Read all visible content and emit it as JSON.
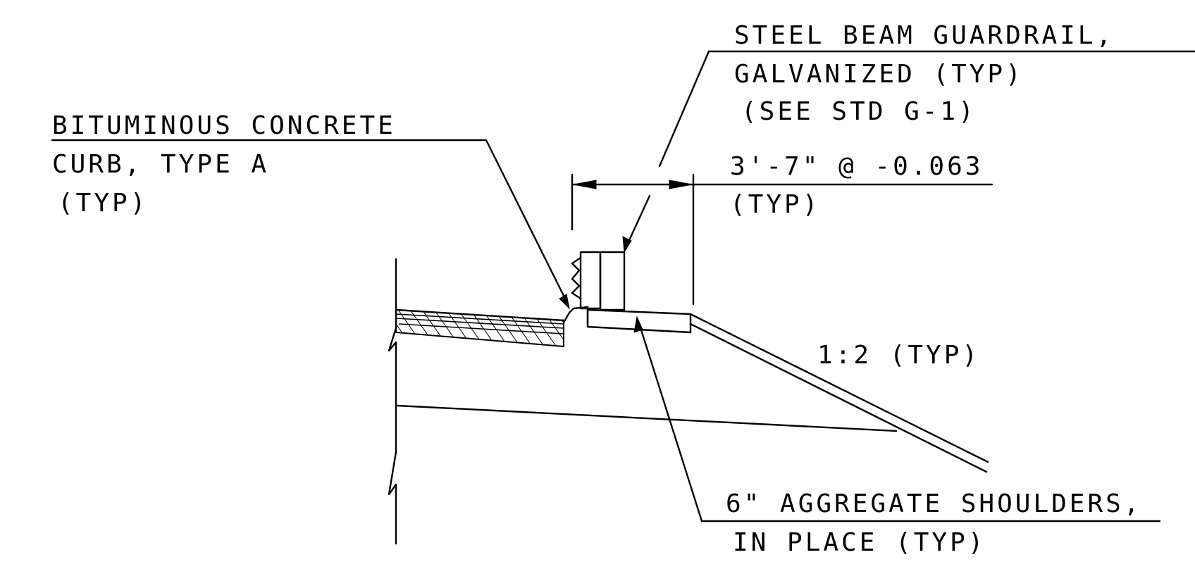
{
  "labels": {
    "curb": {
      "line1": "BITUMINOUS CONCRETE",
      "line2": "CURB, TYPE A",
      "line3": "(TYP)"
    },
    "guardrail": {
      "line1": "STEEL BEAM GUARDRAIL,",
      "line2": "GALVANIZED (TYP)",
      "line3": "(SEE STD G-1)"
    },
    "dimension": {
      "line1": "3'-7\" @ -0.063",
      "line2": "(TYP)"
    },
    "slope": "1:2 (TYP)",
    "shoulder": {
      "line1": "6\" AGGREGATE SHOULDERS,",
      "line2": "IN PLACE (TYP)"
    }
  },
  "colors": {
    "ink": "#000000",
    "paper": "#ffffff"
  }
}
